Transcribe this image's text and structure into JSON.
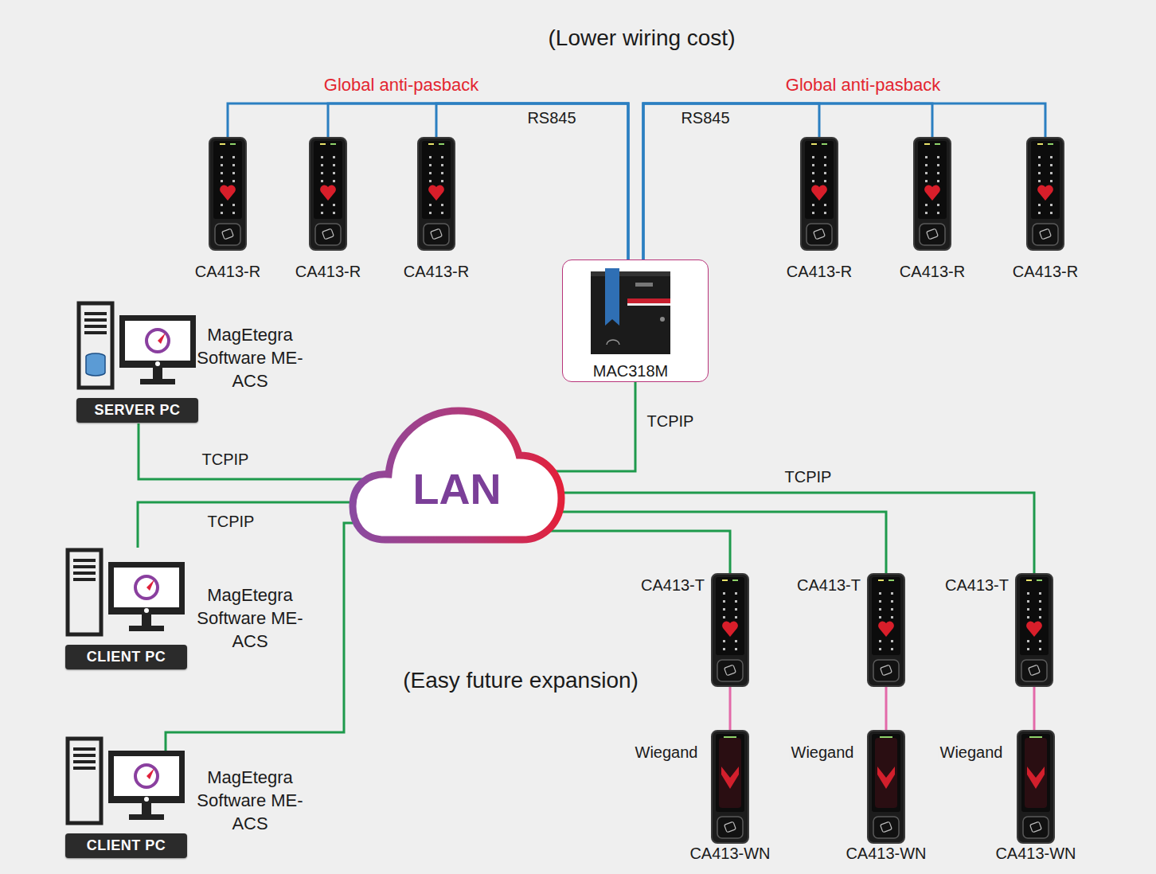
{
  "diagram": {
    "nodes": [
      {
        "text": [
          "CA413-R"
        ]
      },
      {
        "text": [
          "CA413-R"
        ]
      },
      {
        "text": [
          "CA413-R"
        ]
      },
      {
        "text": [
          "CA413-R"
        ]
      },
      {
        "text": [
          "CA413-R"
        ]
      },
      {
        "text": [
          "CA413-R"
        ]
      },
      {
        "text": [
          "MAC318M"
        ]
      },
      {
        "text": [
          "SERVER PC",
          "MagEtegra Software ME-ACS"
        ]
      },
      {
        "text": [
          "LAN"
        ]
      },
      {
        "text": [
          "CLIENT PC",
          "MagEtegra Software ME-ACS"
        ]
      },
      {
        "text": [
          "CA413-T"
        ]
      },
      {
        "text": [
          "CA413-T"
        ]
      },
      {
        "text": [
          "CA413-T"
        ]
      },
      {
        "text": [
          "CLIENT PC",
          "MagEtegra Software ME-ACS"
        ]
      },
      {
        "text": [
          "CA413-WN"
        ]
      },
      {
        "text": [
          "CA413-WN"
        ]
      },
      {
        "text": [
          "CA413-WN"
        ]
      }
    ],
    "edges": [
      {
        "from": 6,
        "to": 0,
        "arrow": "none"
      },
      {
        "from": 6,
        "to": 1,
        "arrow": "none"
      },
      {
        "from": 6,
        "to": 2,
        "label": "RS845",
        "arrow": "none"
      },
      {
        "from": 6,
        "to": 3,
        "label": "RS845",
        "arrow": "none"
      },
      {
        "from": 6,
        "to": 4,
        "arrow": "none"
      },
      {
        "from": 6,
        "to": 5,
        "arrow": "none"
      },
      {
        "from": 7,
        "to": 8,
        "label": "TCPIP",
        "arrow": "none"
      },
      {
        "from": 6,
        "to": 8,
        "label": "TCPIP",
        "arrow": "none"
      },
      {
        "from": 9,
        "to": 8,
        "label": "TCPIP",
        "arrow": "none"
      },
      {
        "from": 13,
        "to": 8,
        "arrow": "none"
      },
      {
        "from": 8,
        "to": 10,
        "arrow": "none"
      },
      {
        "from": 8,
        "to": 11,
        "arrow": "none"
      },
      {
        "from": 8,
        "to": 12,
        "label": "TCPIP",
        "arrow": "none"
      },
      {
        "from": 10,
        "to": 14,
        "label": "Wiegand",
        "arrow": "none"
      },
      {
        "from": 11,
        "to": 15,
        "label": "Wiegand",
        "arrow": "none"
      },
      {
        "from": 12,
        "to": 16,
        "label": "Wiegand",
        "arrow": "none"
      }
    ],
    "labels": [
      "(Lower wiring cost)",
      "Global anti-pasback",
      "Global anti-pasback",
      "(Easy future expansion)"
    ]
  }
}
